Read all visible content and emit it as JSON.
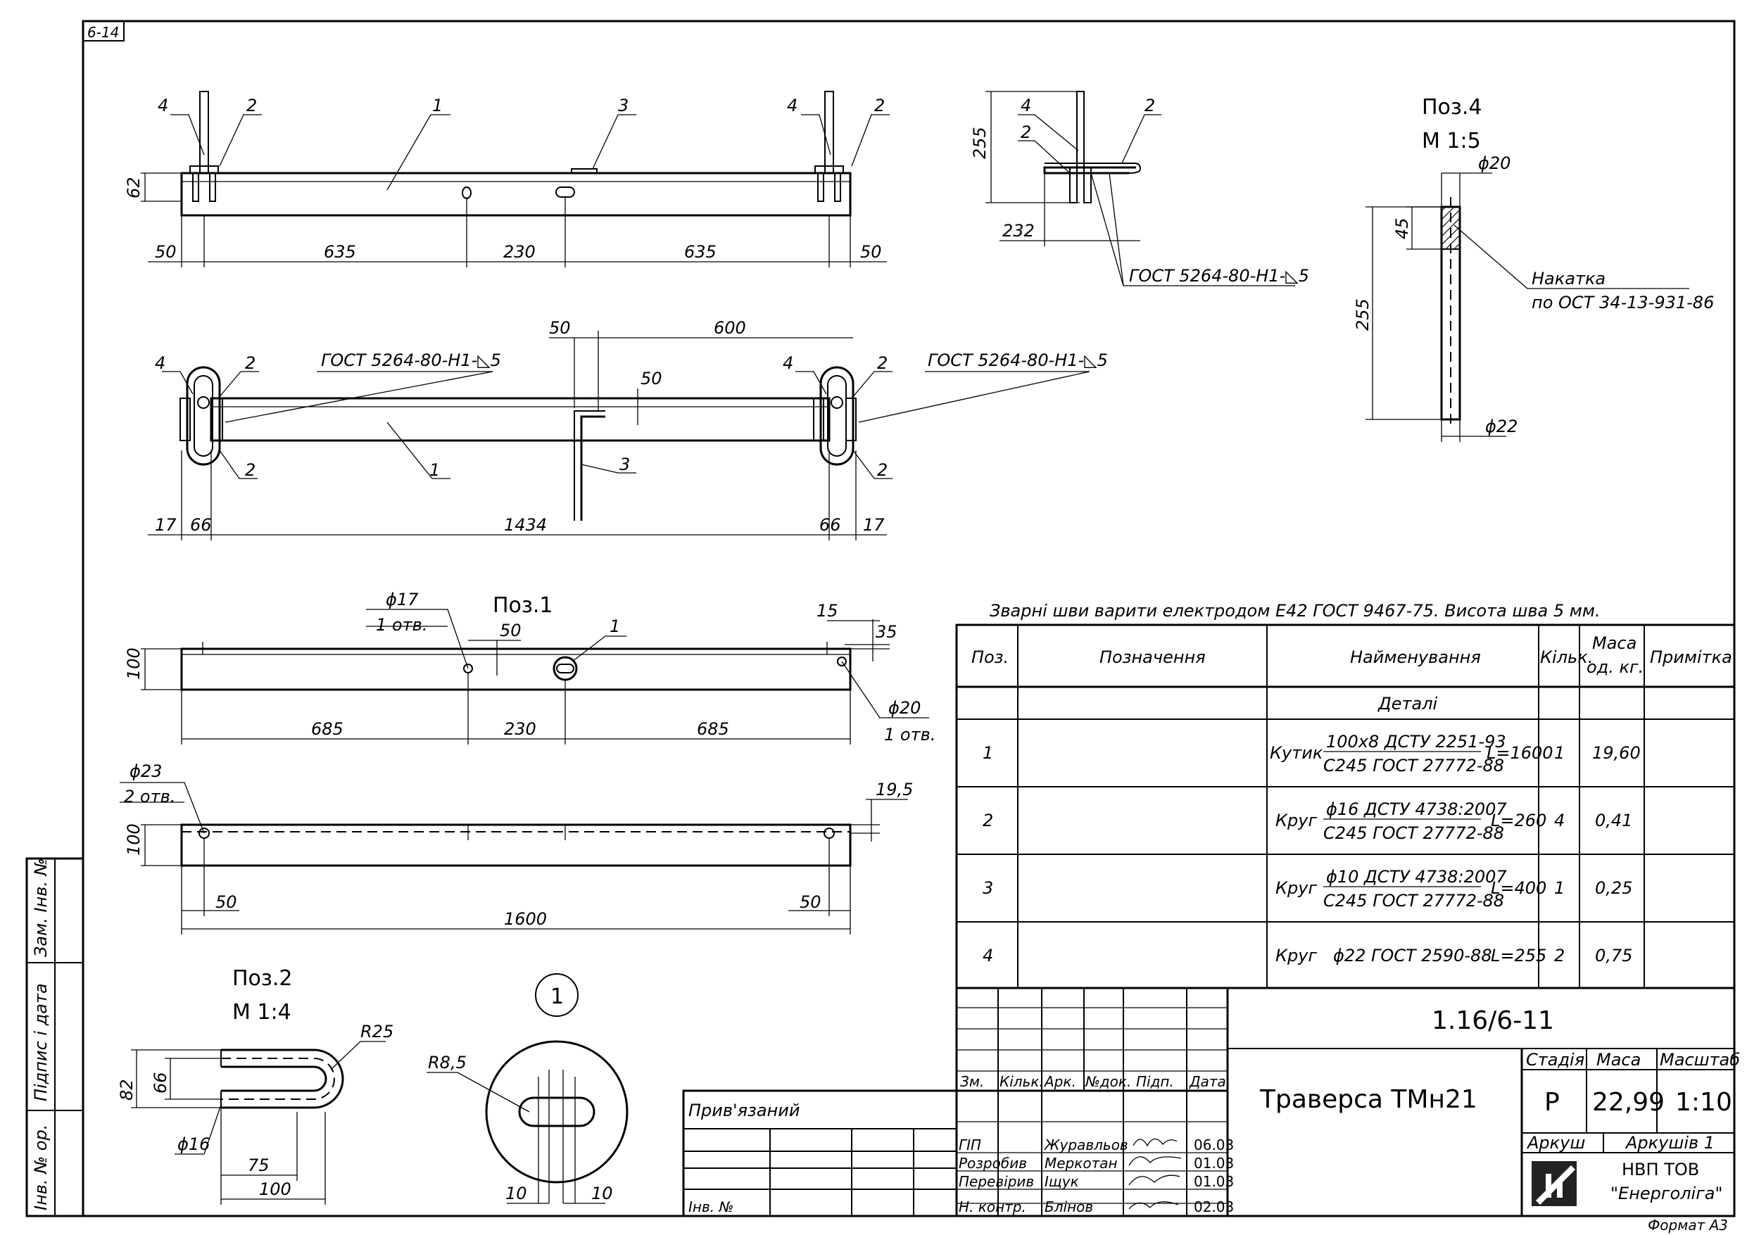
{
  "sheet": {
    "corner_code": "6-14",
    "format": "Формат А3",
    "note": "Зварні шви варити електродом Е42 ГОСТ 9467-75. Висота шва 5 мм."
  },
  "side_stamp": {
    "zam_inv": "Зам. Інв. №",
    "pidpys": "Підпис і дата",
    "inv_orig": "Інв. № ор."
  },
  "view_top": {
    "callouts": [
      "4",
      "2",
      "1",
      "3",
      "4",
      "2"
    ],
    "dim_height": "62",
    "dims": [
      "50",
      "635",
      "230",
      "635",
      "50"
    ]
  },
  "view_plan": {
    "callouts": [
      "4",
      "2",
      "2",
      "1",
      "3",
      "4",
      "2",
      "2"
    ],
    "weld_left": "ГОСТ 5264-80-Н1-◺5",
    "weld_right": "ГОСТ 5264-80-Н1-◺5",
    "dims_top": [
      "50",
      "600",
      "50"
    ],
    "dims_bottom": [
      "17",
      "66",
      "1434",
      "66",
      "17"
    ]
  },
  "view_side": {
    "callouts": [
      "4",
      "2",
      "2"
    ],
    "dims": [
      "255",
      "232"
    ],
    "weld": "ГОСТ 5264-80-Н1-◺5"
  },
  "pos4": {
    "title": "Поз.4",
    "scale": "М 1:5",
    "d_top": "ϕ20",
    "d_bot": "ϕ22",
    "len": "255",
    "knurl_len": "45",
    "note1": "Накатка",
    "note2": "по ОСТ 34-13-931-86"
  },
  "pos1": {
    "title": "Поз.1",
    "hole17": "ϕ17",
    "hole17_n": "1 отв.",
    "d50": "50",
    "callout": "1",
    "d15": "15",
    "d35": "35",
    "height1": "100",
    "hole20": "ϕ20",
    "hole20_n": "1 отв.",
    "dims1": [
      "685",
      "230",
      "685"
    ],
    "hole23": "ϕ23",
    "hole23_n": "2 отв.",
    "d19": "19,5",
    "height2": "100",
    "dims2": [
      "50",
      "50",
      "1600"
    ]
  },
  "pos2": {
    "title": "Поз.2",
    "scale": "М 1:4",
    "r": "R25",
    "h82": "82",
    "h66": "66",
    "d16": "ϕ16",
    "l75": "75",
    "l100": "100"
  },
  "detail1": {
    "label": "1",
    "r": "R8,5",
    "d1": "10",
    "d2": "10"
  },
  "spec": {
    "headers": [
      "Поз.",
      "Позначення",
      "Найменування",
      "Кільк.",
      "Маса од. кг.",
      "Примітка"
    ],
    "mass_h1": "Маса",
    "mass_h2": "од. кг.",
    "section": "Деталі",
    "rows": [
      {
        "pos": "1",
        "prefix": "Кутик",
        "top": "100х8 ДСТУ 2251-93",
        "bot": "С245 ГОСТ 27772-88",
        "len": "L=1600",
        "qty": "1",
        "mass": "19,60"
      },
      {
        "pos": "2",
        "prefix": "Круг",
        "top": "ϕ16 ДСТУ 4738:2007",
        "bot": "С245 ГОСТ 27772-88",
        "len": "L=260",
        "qty": "4",
        "mass": "0,41"
      },
      {
        "pos": "3",
        "prefix": "Круг",
        "top": "ϕ10 ДСТУ 4738:2007",
        "bot": "С245 ГОСТ 27772-88",
        "len": "L=400",
        "qty": "1",
        "mass": "0,25"
      },
      {
        "pos": "4",
        "prefix": "Круг",
        "top": "ϕ22 ГОСТ 2590-88",
        "bot": "",
        "len": "L=255",
        "qty": "2",
        "mass": "0,75"
      }
    ]
  },
  "stamp": {
    "code": "1.16/6-11",
    "title": "Траверса ТМн21",
    "cols": [
      "Зм.",
      "Кільк.",
      "Арк.",
      "№док.",
      "Підп.",
      "Дата"
    ],
    "stage_h": "Стадія",
    "mass_h": "Маса",
    "scale_h": "Масштаб",
    "stage": "Р",
    "mass": "22,99",
    "scale": "1:10",
    "sheet": "Аркуш",
    "sheets": "Аркушів 1",
    "company1": "НВП ТОВ",
    "company2": "\"Енерголіга\"",
    "pryv": "Прив'язаний",
    "inv": "Інв. №",
    "people": [
      {
        "role": "ГІП",
        "name": "Журавльов",
        "date": "06.03"
      },
      {
        "role": "Розробив",
        "name": "Меркотан",
        "date": "01.03"
      },
      {
        "role": "Перевірив",
        "name": "Іщук",
        "date": "01.03"
      },
      {
        "role": "Н. контр.",
        "name": "Блінов",
        "date": "02.03"
      }
    ]
  }
}
